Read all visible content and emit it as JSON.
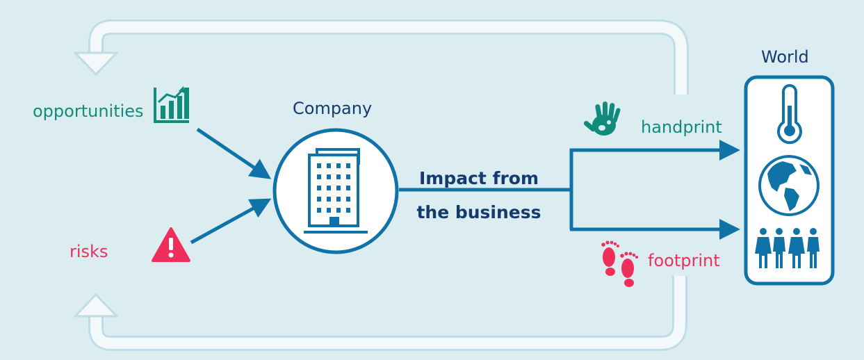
{
  "colors": {
    "background": "#dcedf1",
    "primary_blue": "#0f73a8",
    "dark_navy": "#143b6e",
    "teal": "#118b7b",
    "red": "#ee2f5b",
    "pale_arrow": "#f3f9fa",
    "pale_arrow_stroke": "#bfdde6"
  },
  "labels": {
    "opportunities": "opportunities",
    "risks": "risks",
    "company": "Company",
    "impact_line1": "Impact from",
    "impact_line2": "the business",
    "handprint": "handprint",
    "footprint": "footprint",
    "world": "World"
  },
  "icons": {
    "opportunities": "bar-chart-growth-icon",
    "risks": "warning-triangle-icon",
    "company": "office-building-icon",
    "handprint": "handprint-icon",
    "footprint": "footprint-icon",
    "climate": "thermometer-icon",
    "planet": "globe-icon",
    "people": "people-group-icon"
  }
}
